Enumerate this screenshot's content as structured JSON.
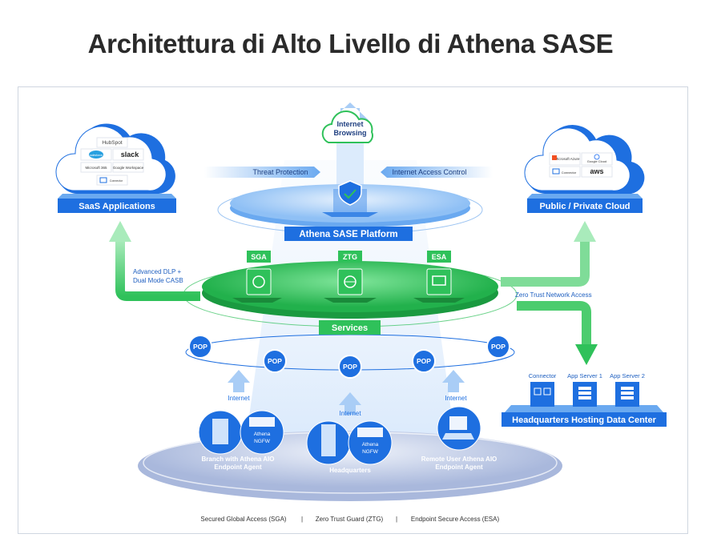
{
  "title": "Architettura di Alto Livello di Athena SASE",
  "internet_cloud": {
    "line1": "Internet",
    "line2": "Browsing"
  },
  "banners": {
    "threat_protection": "Threat Protection",
    "internet_access_control": "Internet Access Control"
  },
  "platform_label": "Athena SASE Platform",
  "services_label": "Services",
  "service_tags": [
    "SGA",
    "ZTG",
    "ESA"
  ],
  "saas": {
    "label": "SaaS Applications",
    "logos": [
      "HubSpot",
      "salesforce",
      "slack",
      "Microsoft 365",
      "Google Workspace",
      "Connector"
    ]
  },
  "cloud": {
    "label": "Public / Private Cloud",
    "logos": [
      "Microsoft Azure",
      "Google Cloud",
      "Connector",
      "aws"
    ]
  },
  "annotations": {
    "dlp_line1": "Advanced DLP  +",
    "dlp_line2": "Dual Mode CASB",
    "ztna": "Zero Trust Network Access"
  },
  "pop_label": "POP",
  "internet_label": "Internet",
  "sites": {
    "branch_line1": "Branch with Athena AIO",
    "branch_line2": "Endpoint Agent",
    "hq": "Headquarters",
    "remote_line1": "Remote User Athena AIO",
    "remote_line2": "Endpoint Agent",
    "ngfw_line1": "Athena",
    "ngfw_line2": "NGFW"
  },
  "datacenter": {
    "label": "Headquarters Hosting Data Center",
    "items": [
      "Connector",
      "App Server 1",
      "App Server 2"
    ]
  },
  "footer": [
    "Secured Global Access (SGA)",
    "Zero Trust Guard (ZTG)",
    "Endpoint Secure Access (ESA)"
  ],
  "footer_sep": "|",
  "colors": {
    "blue": "#1e6fe0",
    "green": "#2fc15a",
    "light_blue": "#cfe3fb"
  }
}
